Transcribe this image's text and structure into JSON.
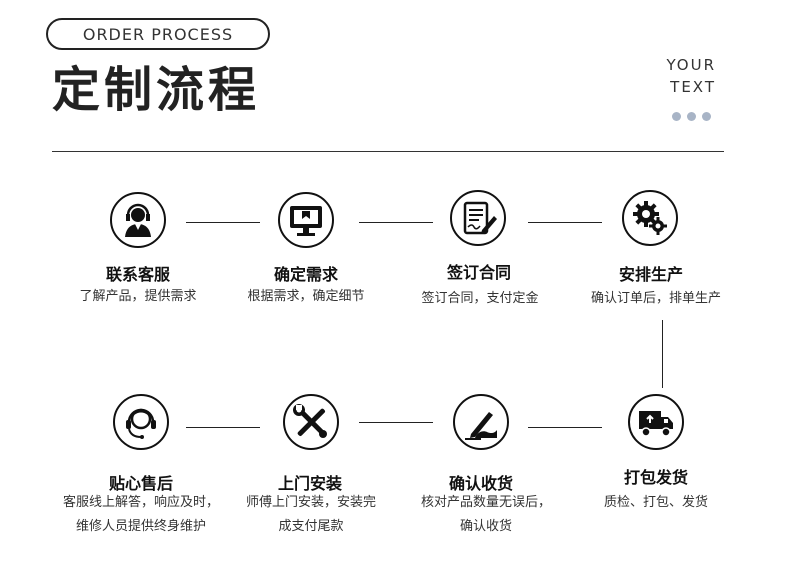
{
  "header": {
    "pill_label": "ORDER PROCESS",
    "title": "定制流程",
    "side_line1": "YOUR",
    "side_line2": "TEXT"
  },
  "steps": [
    {
      "title": "联系客服",
      "desc1": "了解产品，提供需求",
      "desc2": "",
      "icon": "customer-service-icon"
    },
    {
      "title": "确定需求",
      "desc1": "根据需求，确定细节",
      "desc2": "",
      "icon": "monitor-icon"
    },
    {
      "title": "签订合同",
      "desc1": "签订合同，支付定金",
      "desc2": "",
      "icon": "contract-icon"
    },
    {
      "title": "安排生产",
      "desc1": "确认订单后，排单生产",
      "desc2": "",
      "icon": "gears-icon"
    },
    {
      "title": "打包发货",
      "desc1": "质检、打包、发货",
      "desc2": "",
      "icon": "truck-icon"
    },
    {
      "title": "确认收货",
      "desc1": "核对产品数量无误后，",
      "desc2": "确认收货",
      "icon": "signing-icon"
    },
    {
      "title": "上门安装",
      "desc1": "师傅上门安装，安装完",
      "desc2": "成支付尾款",
      "icon": "tools-icon"
    },
    {
      "title": "贴心售后",
      "desc1": "客服线上解答，响应及时，",
      "desc2": "维修人员提供终身维护",
      "icon": "headset-icon"
    }
  ],
  "colors": {
    "text": "#222222",
    "dots": "#a8b4c6"
  }
}
